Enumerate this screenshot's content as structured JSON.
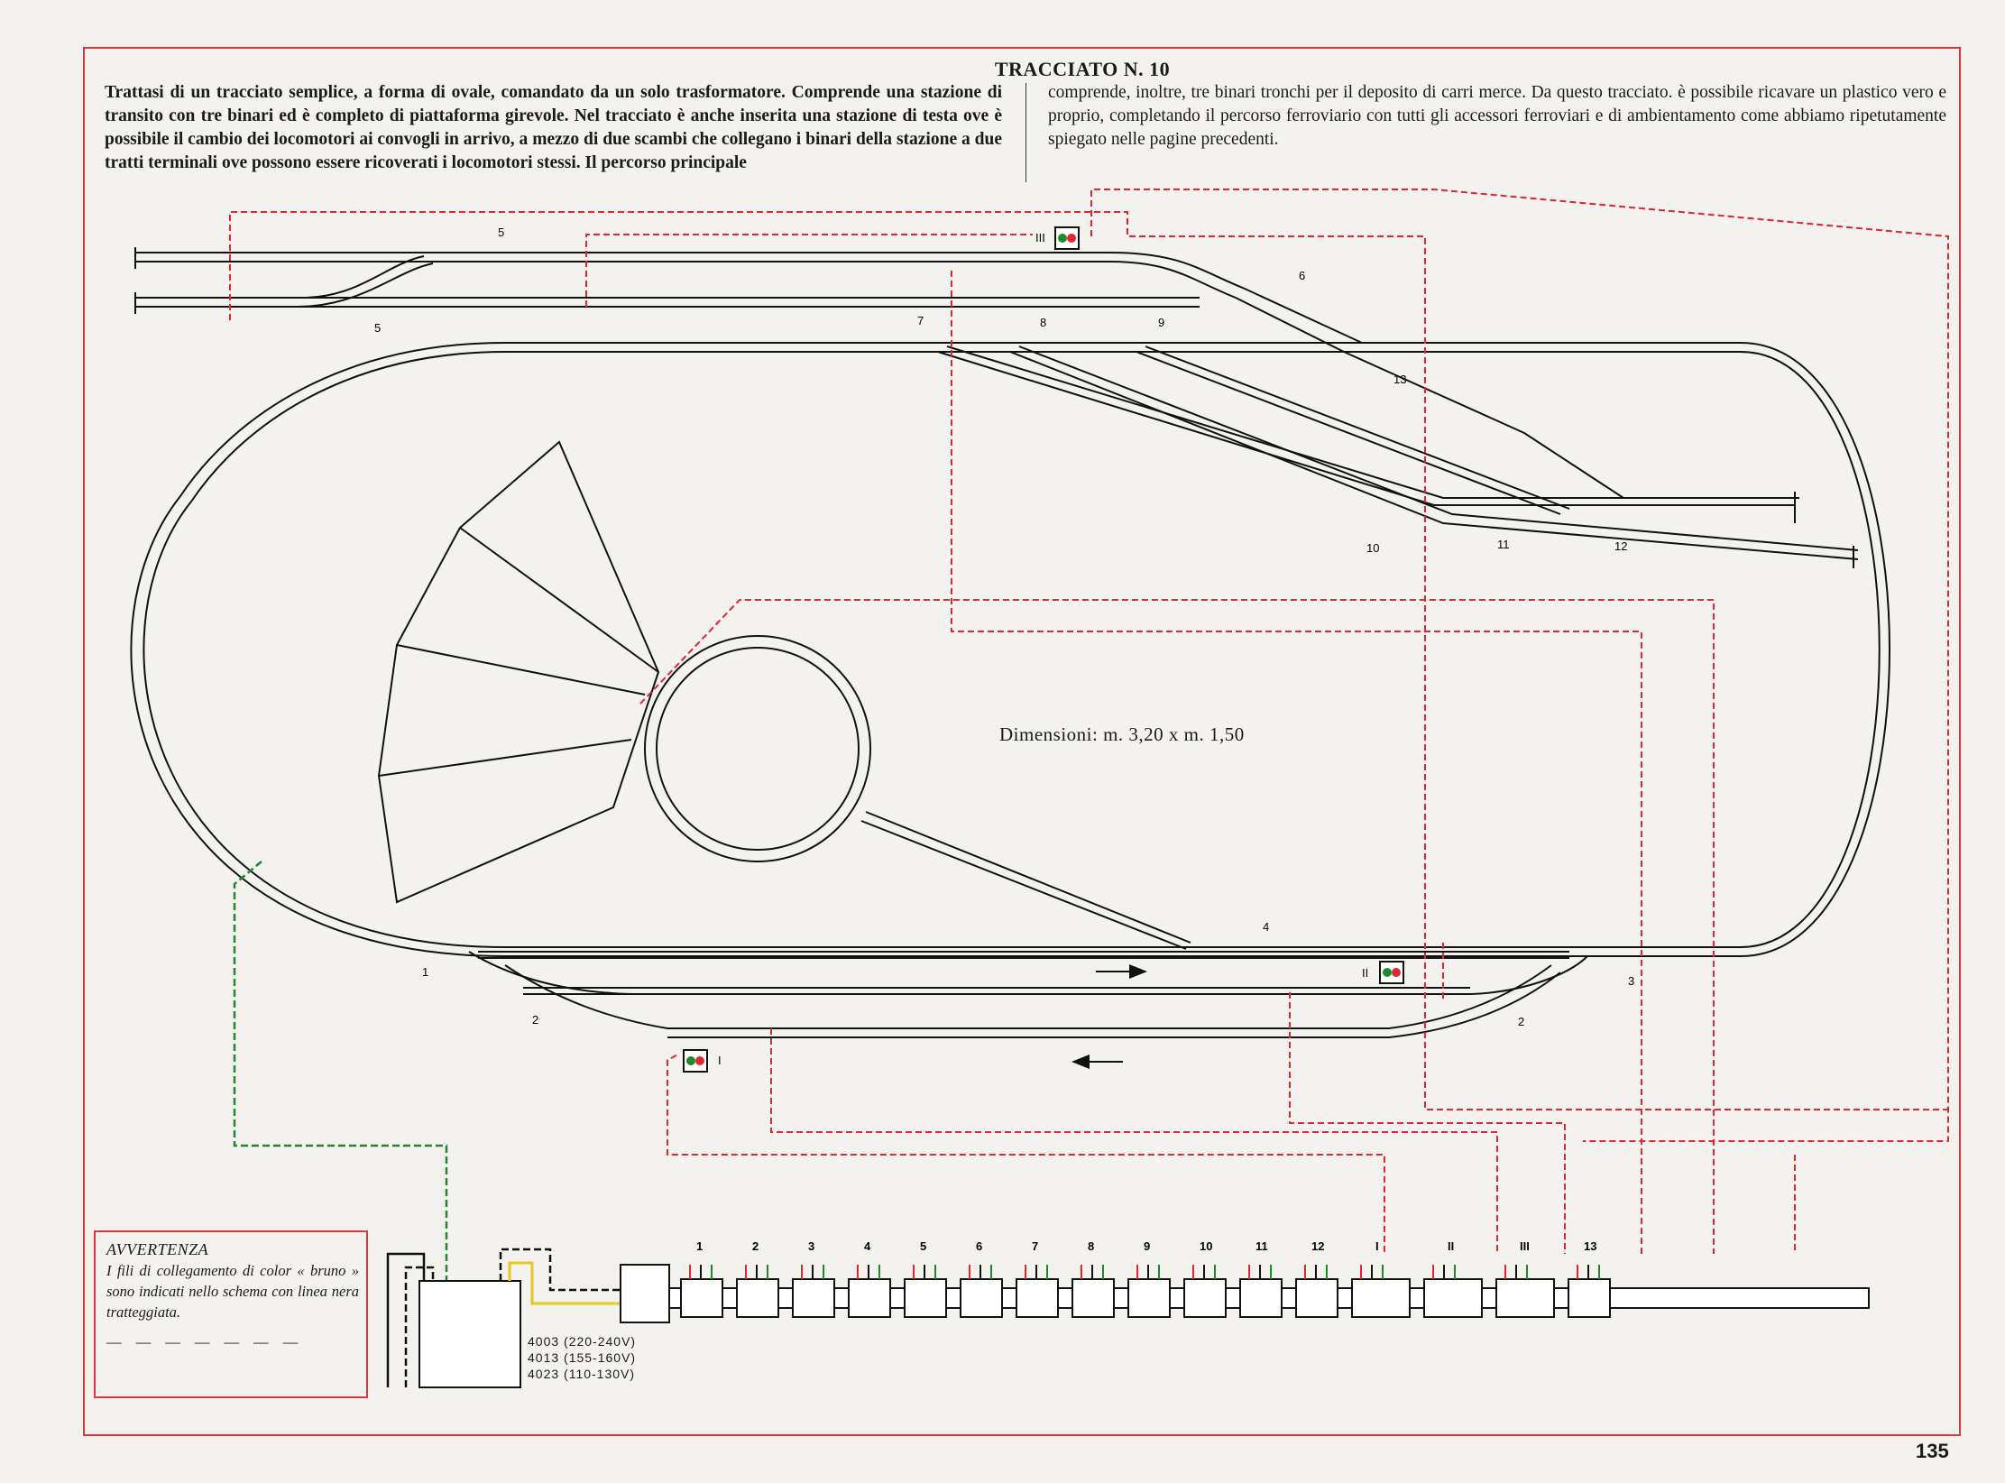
{
  "title": "TRACCIATO N. 10",
  "intro_left": "Trattasi di un tracciato semplice, a forma di ovale, comandato da un solo trasformatore. Comprende una stazione di transito con tre binari ed è completo di piattaforma girevole. Nel tracciato è anche inserita una stazione di testa ove è possibile il cambio dei locomotori ai convogli in arrivo, a mezzo di due scambi che collegano i binari della stazione a due tratti terminali ove possono essere ricoverati i locomotori stessi. Il percorso principale",
  "intro_right": "comprende, inoltre, tre binari tronchi per il deposito di carri merce. Da questo tracciato. è possibile ricavare un plastico vero e proprio, completando il percorso ferroviario con tutti gli accessori ferroviari e di ambientamento come abbiamo ripetutamente spiegato nelle pagine precedenti.",
  "dimensions": "Dimensioni: m. 3,20 x m. 1,50",
  "warning": {
    "title": "AVVERTENZA",
    "text": "I fili di collegamento di color « bruno » sono indicati nello schema con linea nera tratteggiata.",
    "dashes": "— — — — — — —"
  },
  "transformer_models": [
    "4003 (220-240V)",
    "4013 (155-160V)",
    "4023 (110-130V)"
  ],
  "switch_labels": {
    "s1": "1",
    "s2a": "2",
    "s2b": "2",
    "s3": "3",
    "s4": "4",
    "s5a": "5",
    "s5b": "5",
    "s6": "6",
    "s7": "7",
    "s8": "8",
    "s9": "9",
    "s10": "10",
    "s11": "11",
    "s12": "12",
    "s13": "13"
  },
  "signal_labels": {
    "sigI": "I",
    "sigII": "II",
    "sigIII": "III"
  },
  "control_panel_labels": [
    "1",
    "2",
    "3",
    "4",
    "5",
    "6",
    "7",
    "8",
    "9",
    "10",
    "11",
    "12",
    "I",
    "II",
    "III",
    "13"
  ],
  "wire_colors": {
    "signal_wire": "#e0262e",
    "power_wire": "#1e8a2e",
    "brown_wire": "#111111",
    "yellow_wire": "#e8c81a"
  },
  "page_number": "135"
}
